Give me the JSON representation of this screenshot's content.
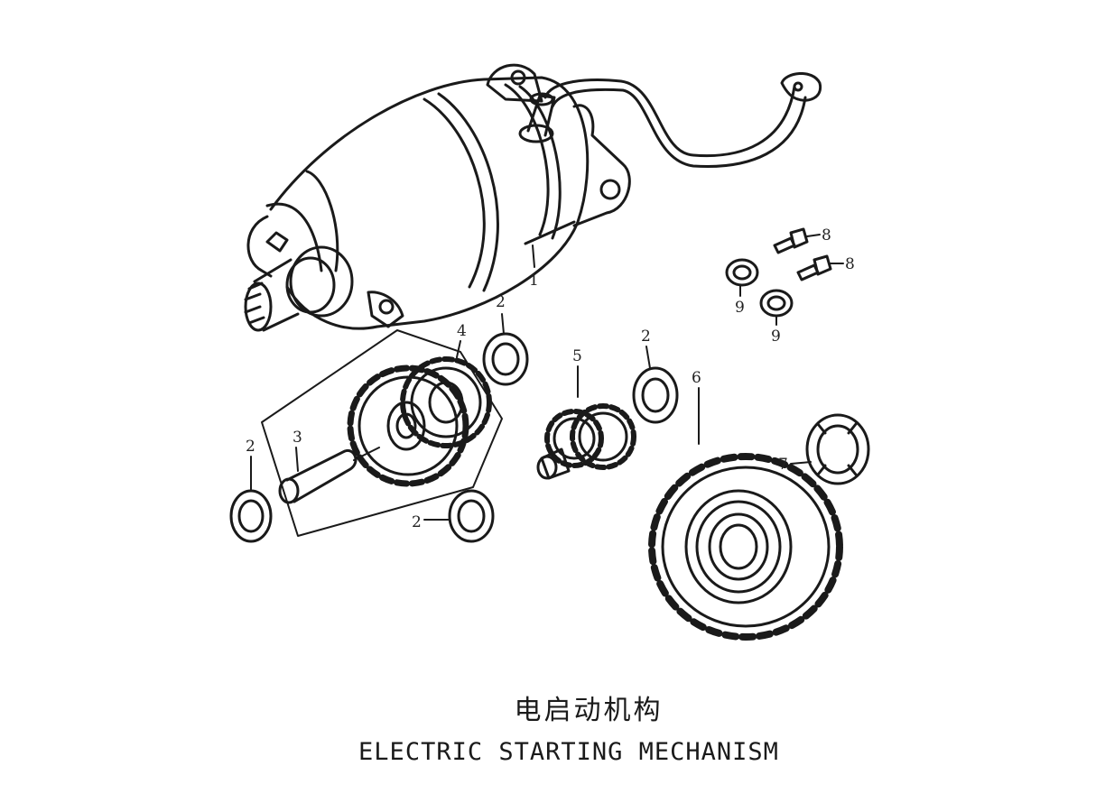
{
  "callouts": {
    "starter_motor": "1",
    "washer_top": "2",
    "washer_left": "2",
    "washer_bottom": "2",
    "washer_mid": "2",
    "shaft": "3",
    "reduction_gear": "4",
    "idle_gear": "5",
    "driven_gear": "6",
    "clutch_ring": "7",
    "bolt_a": "8",
    "bolt_b": "8",
    "bolt_washer_a": "9",
    "bolt_washer_b": "9"
  },
  "caption": {
    "chinese": "电启动机构",
    "english": "ELECTRIC STARTING MECHANISM"
  },
  "colors": {
    "line": "#1a1a1a",
    "background": "#ffffff"
  }
}
